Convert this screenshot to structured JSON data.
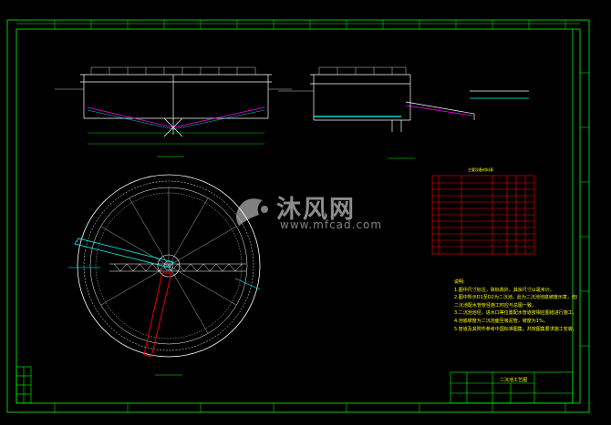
{
  "watermark": {
    "text_cn": "沐风网",
    "url": "www.mfcad.com"
  },
  "notes": {
    "title": "说明:",
    "lines": [
      "1.图中尺寸标注，除标高外，其余尺寸以毫米计。",
      "2.图中所示D1至D2为二沉池，此为二沉池池底坡度示意，但出",
      "  二沉池配水管管径施工时应与总图一致。",
      "3.二沉池池径，进水口等位置配水管道按相应图纸进行施工。",
      "4.池底坡度为二沉池面至吸泥管，坡度为1%。",
      "5.管道及其附件参考中国标准图集，并按图集要求施工安装。"
    ]
  },
  "table": {
    "title": "主要设备材料表"
  },
  "title_block": {
    "drawing_title": "二沉池工艺图"
  },
  "colors": {
    "background": "#000000",
    "frame": "#00ff00",
    "outline": "#ffffff",
    "accent": "#ff00ff",
    "table": "#ff0000",
    "water": "#00ffff",
    "notes": "#ffff00"
  }
}
